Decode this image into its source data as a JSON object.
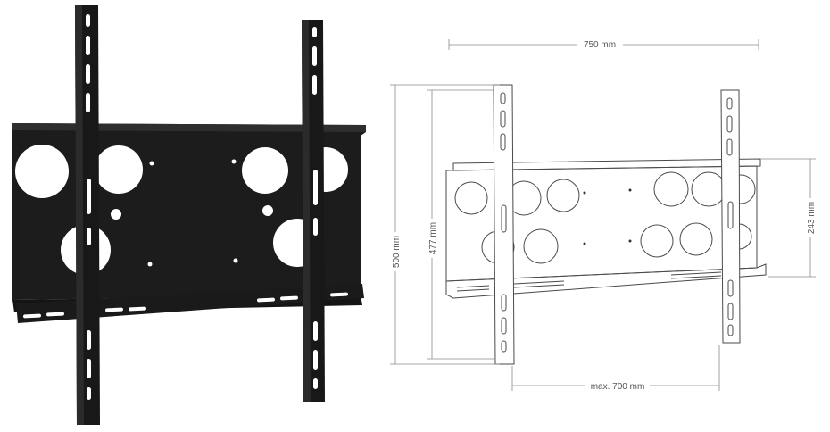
{
  "colors": {
    "mount_metal": "#1b1b1b",
    "mount_highlight": "#3a3a3a",
    "drawing_line": "#4a4a4a",
    "dimension_line": "#8a8a8a",
    "dimension_text": "#555555",
    "background": "#ffffff"
  },
  "dimensions": {
    "overall_width": "750 mm",
    "overall_height": "500 mm",
    "inner_height": "477 mm",
    "plate_height": "243 mm",
    "max_hole_spacing": "max. 700 mm"
  },
  "icons": {
    "photo": "wall-mount-bracket-photo",
    "drawing": "wall-mount-technical-drawing"
  }
}
